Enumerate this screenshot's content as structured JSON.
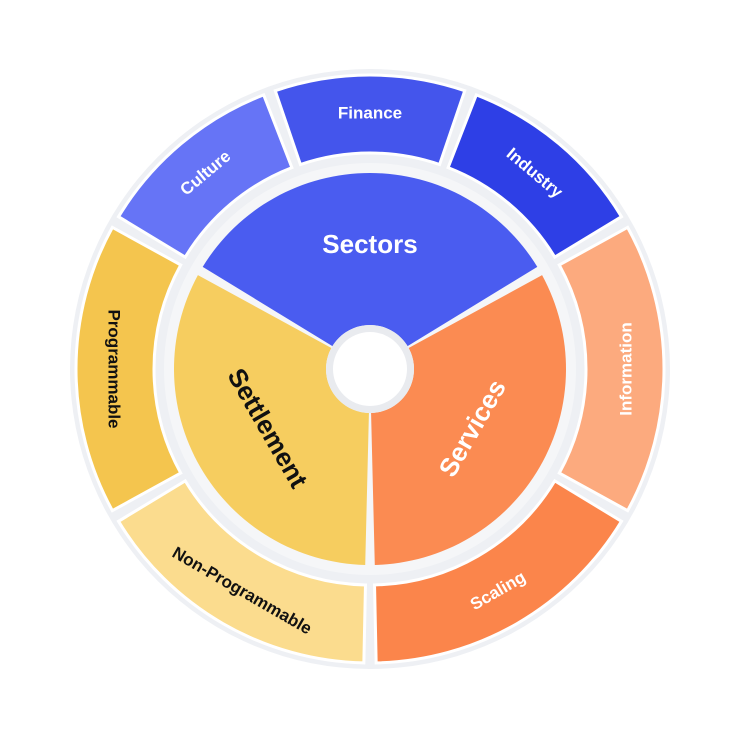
{
  "wheel": {
    "inner": [
      {
        "id": "sectors",
        "label": "Sectors",
        "color": "#4a5cf0",
        "text_color": "#ffffff"
      },
      {
        "id": "services",
        "label": "Services",
        "color": "#fb8b52",
        "text_color": "#ffffff"
      },
      {
        "id": "settlement",
        "label": "Settlement",
        "color": "#f6cd5f",
        "text_color": "#111111"
      }
    ],
    "outer": [
      {
        "id": "culture",
        "label": "Culture",
        "color": "#6674f6",
        "text_color": "#ffffff"
      },
      {
        "id": "finance",
        "label": "Finance",
        "color": "#4455ec",
        "text_color": "#ffffff"
      },
      {
        "id": "industry",
        "label": "Industry",
        "color": "#2e3fe6",
        "text_color": "#ffffff"
      },
      {
        "id": "information",
        "label": "Information",
        "color": "#fcaa7e",
        "text_color": "#ffffff"
      },
      {
        "id": "scaling",
        "label": "Scaling",
        "color": "#fb854b",
        "text_color": "#ffffff"
      },
      {
        "id": "non-programmable",
        "label": "Non-Programmable",
        "color": "#fbdc8e",
        "text_color": "#111111"
      },
      {
        "id": "programmable",
        "label": "Programmable",
        "color": "#f4c54e",
        "text_color": "#111111"
      }
    ]
  }
}
